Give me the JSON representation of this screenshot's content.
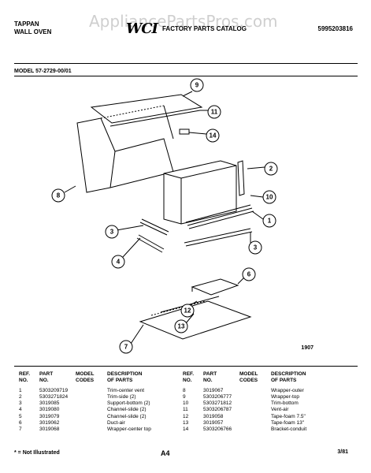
{
  "header": {
    "brand_line1": "TAPPAN",
    "brand_line2": "WALL OVEN",
    "logo": "WCI",
    "catalog": "FACTORY PARTS CATALOG",
    "catalog_number": "5995203816",
    "watermark": "AppliancePartsPros.com"
  },
  "model": "MODEL 57-2729-00/01",
  "figure_code": "1907",
  "callouts": [
    "9",
    "11",
    "14",
    "8",
    "2",
    "10",
    "1",
    "3",
    "3",
    "4",
    "6",
    "12",
    "13",
    "7"
  ],
  "table_headers": {
    "ref": "REF.",
    "no": "NO.",
    "part": "PART",
    "part_no": "NO.",
    "model": "MODEL",
    "codes": "CODES",
    "description": "DESCRIPTION",
    "of_parts": "OF PARTS"
  },
  "parts_left": [
    {
      "ref": "1",
      "part": "5303209719",
      "codes": "",
      "desc": "Trim-center vent"
    },
    {
      "ref": "2",
      "part": "5303271824",
      "codes": "",
      "desc": "Trim-side (2)"
    },
    {
      "ref": "3",
      "part": "3019085",
      "codes": "",
      "desc": "Support-bottom (2)"
    },
    {
      "ref": "4",
      "part": "3019080",
      "codes": "",
      "desc": "Channel-slide (2)"
    },
    {
      "ref": "5",
      "part": "3019079",
      "codes": "",
      "desc": "Channel-slide (2)"
    },
    {
      "ref": "6",
      "part": "3019062",
      "codes": "",
      "desc": "Duct-air"
    },
    {
      "ref": "7",
      "part": "3019068",
      "codes": "",
      "desc": "Wrapper-center top"
    }
  ],
  "parts_right": [
    {
      "ref": "8",
      "part": "3019067",
      "codes": "",
      "desc": "Wrapper-outer"
    },
    {
      "ref": "9",
      "part": "5303206777",
      "codes": "",
      "desc": "Wrapper-top"
    },
    {
      "ref": "10",
      "part": "5303271812",
      "codes": "",
      "desc": "Trim-bottom"
    },
    {
      "ref": "11",
      "part": "5303206787",
      "codes": "",
      "desc": "Vent-air"
    },
    {
      "ref": "12",
      "part": "3019058",
      "codes": "",
      "desc": "Tape-foam 7.5\""
    },
    {
      "ref": "13",
      "part": "3019057",
      "codes": "",
      "desc": "Tape-foam 13\""
    },
    {
      "ref": "14",
      "part": "5303206766",
      "codes": "",
      "desc": "Bracket-conduit"
    }
  ],
  "footer": {
    "note": "* = Not Illustrated",
    "page": "A4",
    "date": "3/81"
  }
}
